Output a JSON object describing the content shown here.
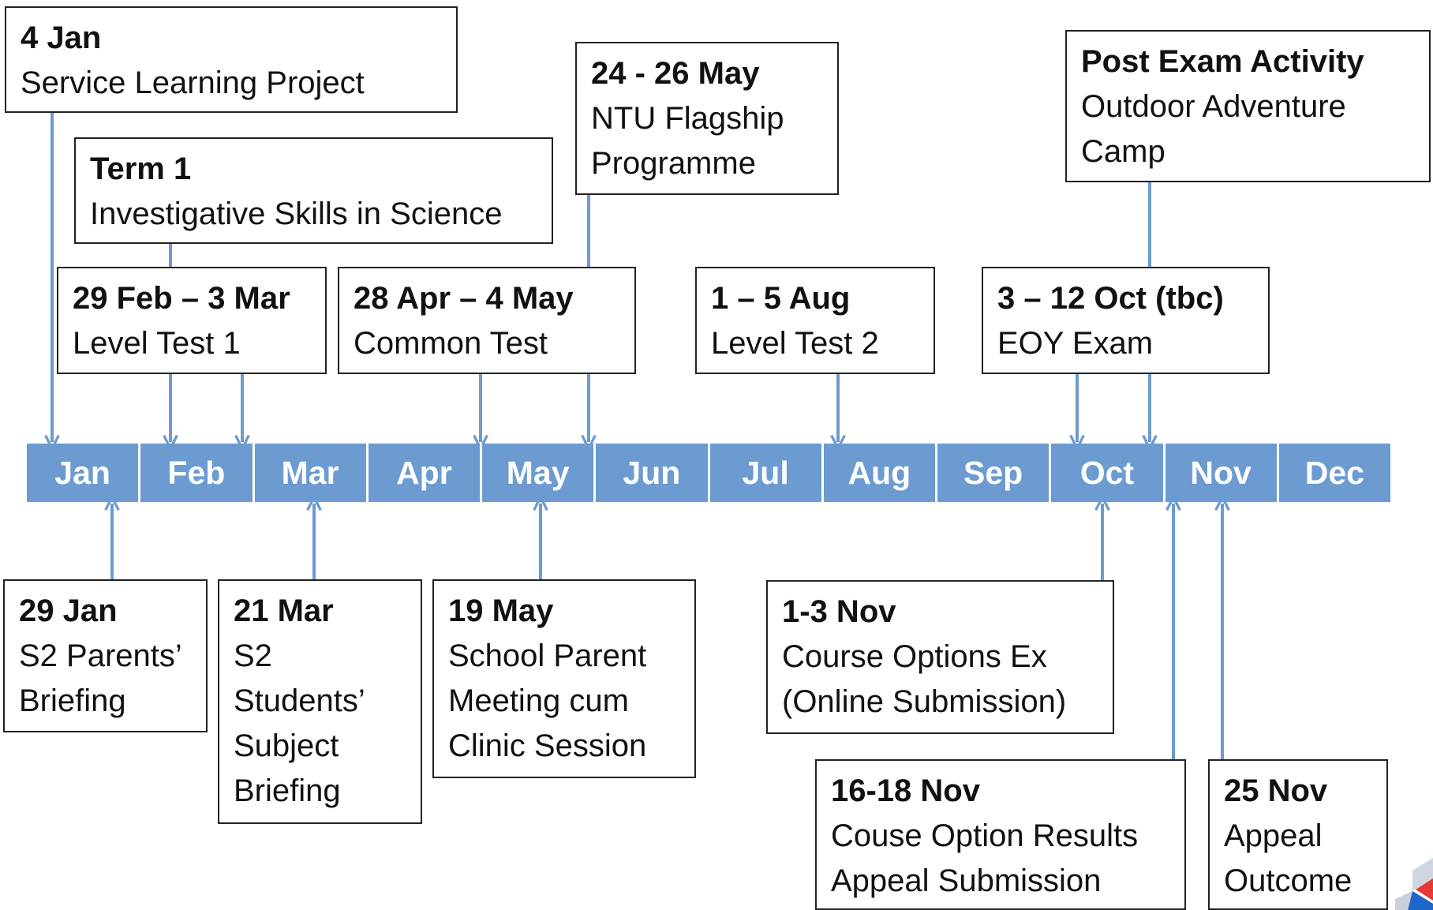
{
  "months": [
    "Jan",
    "Feb",
    "Mar",
    "Apr",
    "May",
    "Jun",
    "Jul",
    "Aug",
    "Sep",
    "Oct",
    "Nov",
    "Dec"
  ],
  "events": {
    "service_learning": {
      "date": "4 Jan",
      "desc": "Service Learning Project"
    },
    "term1": {
      "date": "Term 1",
      "desc": "Investigative Skills in Science"
    },
    "ntu": {
      "date": "24 - 26 May",
      "desc": "NTU Flagship Programme"
    },
    "post_exam": {
      "date": "Post Exam Activity",
      "desc": "Outdoor Adventure Camp"
    },
    "level_test_1": {
      "date": "29 Feb – 3 Mar",
      "desc": "Level Test 1"
    },
    "common_test": {
      "date": "28 Apr – 4 May",
      "desc": "Common Test"
    },
    "level_test_2": {
      "date": "1 – 5 Aug",
      "desc": "Level Test 2"
    },
    "eoy_exam": {
      "date": "3 – 12 Oct (tbc)",
      "desc": "EOY Exam"
    },
    "parents_briefing": {
      "date": "29 Jan",
      "desc": "S2 Parents’ Briefing"
    },
    "students_briefing": {
      "date": "21 Mar",
      "desc": "S2 Students’ Subject Briefing"
    },
    "school_parent_meeting": {
      "date": "19 May",
      "desc": "School Parent Meeting cum Clinic Session"
    },
    "course_options": {
      "date": "1-3 Nov",
      "desc": "Course Options Ex (Online Submission)"
    },
    "appeal_submission": {
      "date": "16-18 Nov",
      "desc": "Couse Option Results Appeal Submission"
    },
    "appeal_outcome": {
      "date": "25 Nov",
      "desc": "Appeal Outcome"
    }
  },
  "colors": {
    "timeline": "#6b9bd1",
    "connector": "#6b9bd1",
    "border": "#222222"
  }
}
